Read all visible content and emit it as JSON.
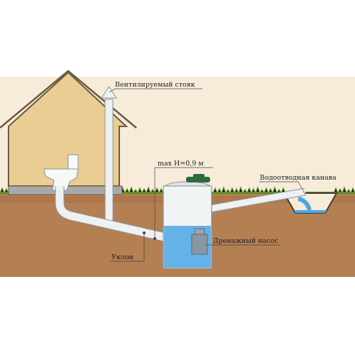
{
  "labels": {
    "vent_riser": "Вентилируемый стояк",
    "max_height": "max H=0,9 м",
    "drainage_ditch": "Водоотводная канава",
    "drain_pump": "Дренажный насос",
    "slope": "Уклон"
  },
  "colors": {
    "sky": "#f6ecd9",
    "soil": "#b57f54",
    "grass": "#5a8f2a",
    "house_wall": "#e9cd92",
    "house_outline": "#6b5a43",
    "pipe": "#eef1f2",
    "pipe_outline": "#8e9498",
    "tank_body": "#f1f4f5",
    "tank_lid": "#2f6b3f",
    "water": "#4aa7e6",
    "pump": "#8a96a3",
    "foundation": "#a9a9a9"
  }
}
